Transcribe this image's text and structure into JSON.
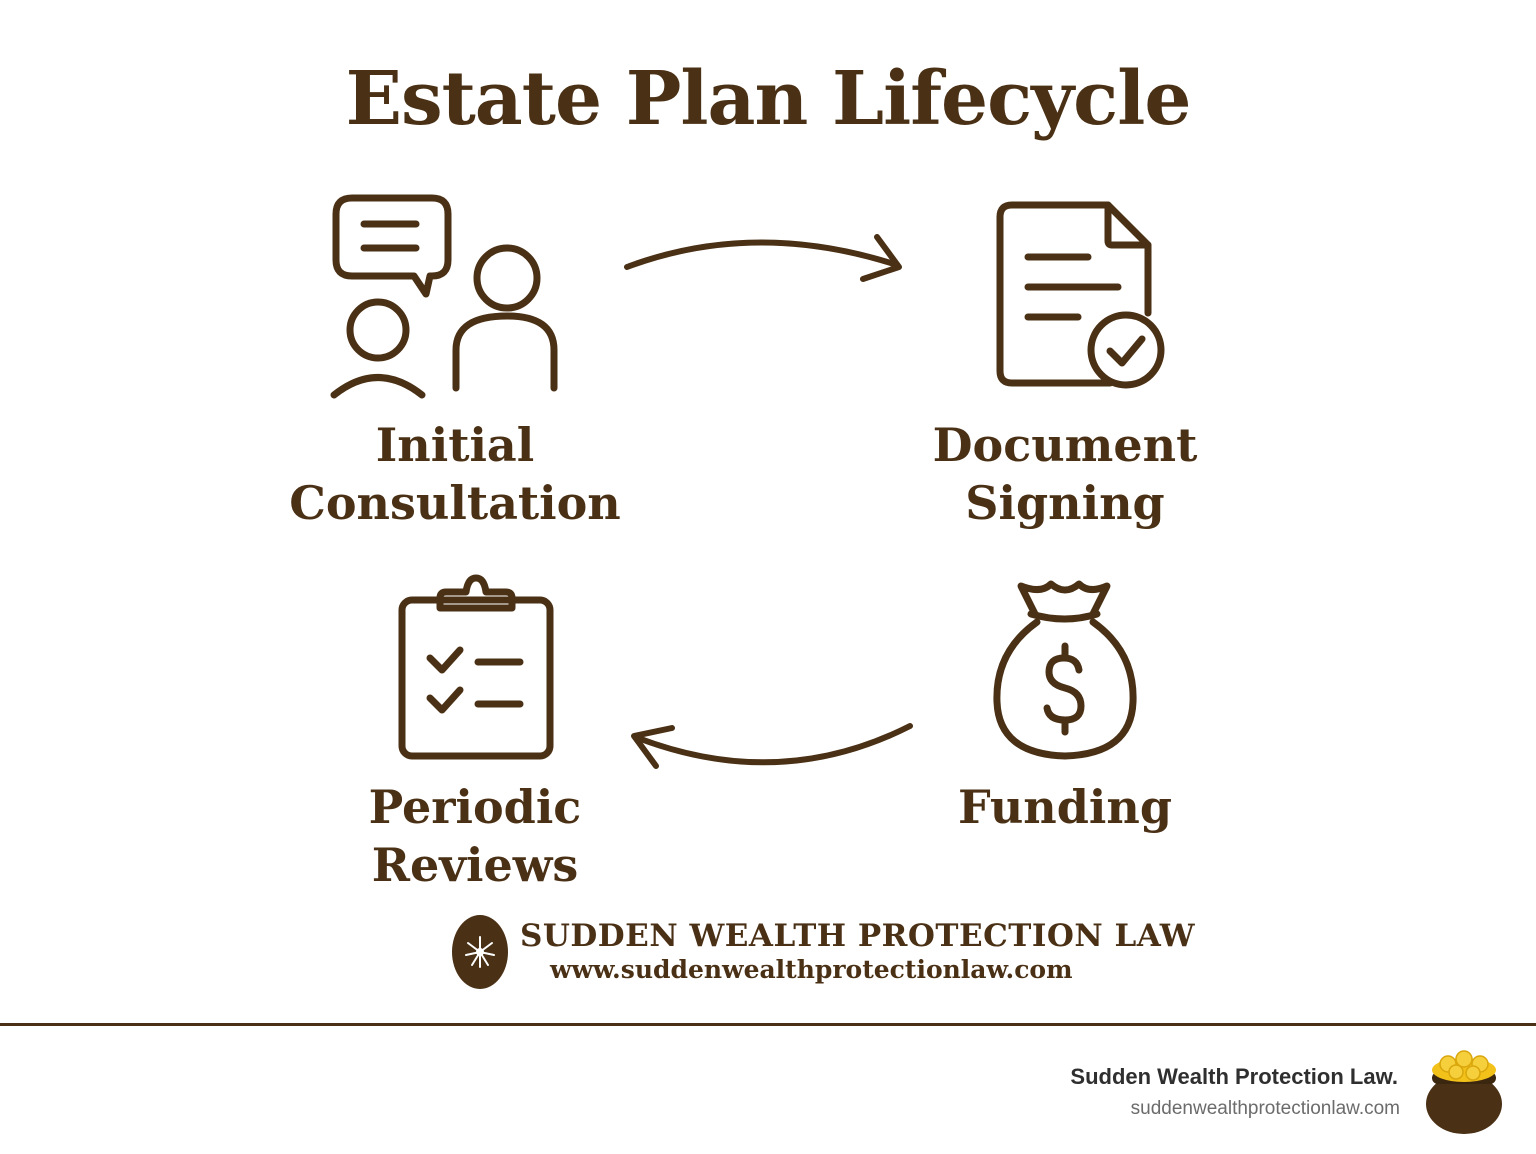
{
  "title": "Estate Plan Lifecycle",
  "stages": [
    {
      "id": "initial-consultation",
      "line1": "Initial",
      "line2": "Consultation",
      "icon": "consultation-people-icon"
    },
    {
      "id": "document-signing",
      "line1": "Document",
      "line2": "Signing",
      "icon": "signed-document-icon"
    },
    {
      "id": "funding",
      "line1": "Funding",
      "line2": "",
      "icon": "money-bag-icon"
    },
    {
      "id": "periodic-reviews",
      "line1": "Periodic",
      "line2": "Reviews",
      "icon": "checklist-clipboard-icon"
    }
  ],
  "flow": [
    {
      "from": "initial-consultation",
      "to": "document-signing",
      "icon": "curved-arrow-right-icon"
    },
    {
      "from": "funding",
      "to": "periodic-reviews",
      "icon": "curved-arrow-left-icon"
    }
  ],
  "brand": {
    "name": "SUDDEN WEALTH PROTECTION LAW",
    "url": "www.suddenwealthprotectionlaw.com",
    "logo_icon": "flower-emblem-icon"
  },
  "footer": {
    "name": "Sudden Wealth Protection Law.",
    "url": "suddenwealthprotectionlaw.com",
    "logo_icon": "gold-pot-icon"
  },
  "colors": {
    "primary": "#4a3015",
    "background": "#ffffff",
    "gold": "#f2c11a",
    "footer_text": "#2f2f2f",
    "footer_muted": "#6b6b6b"
  }
}
